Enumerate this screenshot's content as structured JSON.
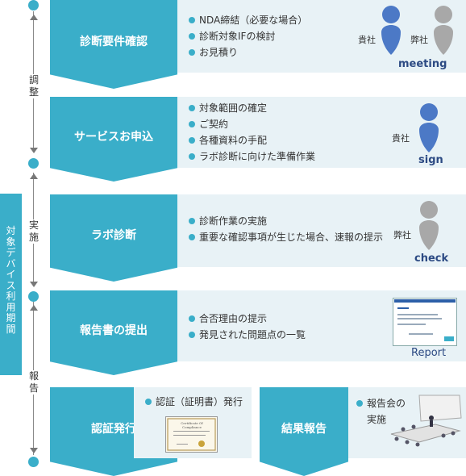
{
  "side_label": [
    "対",
    "象",
    "デ",
    "バ",
    "イ",
    "ス",
    "利",
    "用",
    "期",
    "間"
  ],
  "timeline": {
    "adjust": [
      "調",
      "整"
    ],
    "execute": [
      "実",
      "施"
    ],
    "report": [
      "報",
      "告"
    ]
  },
  "steps": [
    {
      "title": "診断要件確認",
      "bullets": [
        "NDA締結（必要な場合）",
        "診断対象IFの検討",
        "お見積り"
      ],
      "image_labels": {
        "client": "貴社",
        "us": "弊社",
        "caption": "meeting"
      }
    },
    {
      "title": "サービスお申込",
      "bullets": [
        "対象範囲の確定",
        "ご契約",
        "各種資料の手配",
        "ラボ診断に向けた準備作業"
      ],
      "image_labels": {
        "client": "貴社",
        "caption": "sign"
      }
    },
    {
      "title": "ラボ診断",
      "bullets": [
        "診断作業の実施",
        "重要な確認事項が生じた場合、速報の提示"
      ],
      "image_labels": {
        "us": "弊社",
        "caption": "check"
      }
    },
    {
      "title": "報告書の提出",
      "bullets": [
        "合否理由の提示",
        "発見された問題点の一覧"
      ],
      "image_labels": {
        "caption": "Report"
      }
    }
  ],
  "bottom": [
    {
      "title": "認証発行",
      "bullets": [
        "認証（証明書）発行"
      ],
      "certificate_text": "Certificate Of Compliance"
    },
    {
      "title": "結果報告",
      "bullets": [
        "報告会の実施"
      ]
    }
  ],
  "colors": {
    "accent": "#3aaec9",
    "panel": "#e8f2f6",
    "caption": "#2c4a83"
  }
}
